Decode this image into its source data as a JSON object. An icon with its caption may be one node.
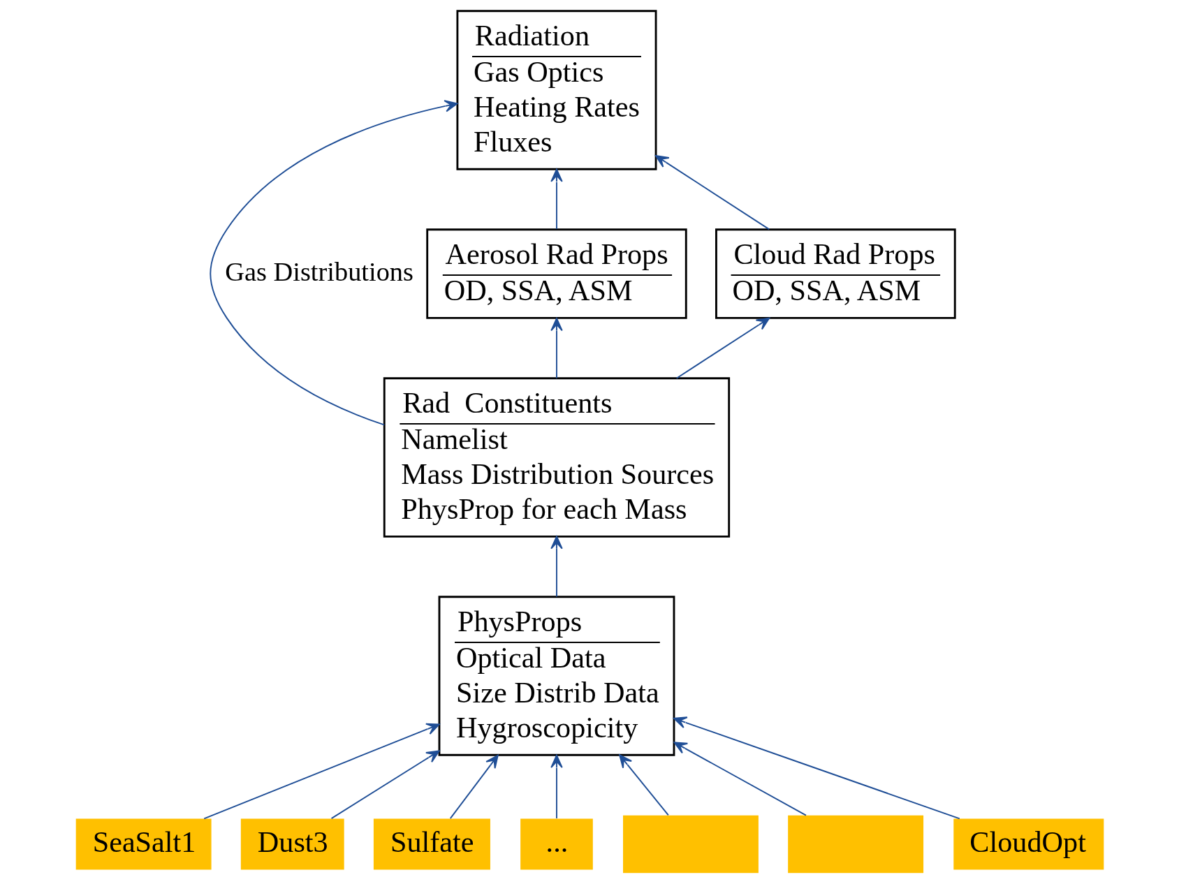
{
  "diagram": {
    "nodes": [
      {
        "text": [
          "Radiation",
          "Gas Optics",
          "Heating Rates",
          "Fluxes"
        ]
      },
      {
        "text": [
          "Aerosol Rad Props",
          "OD, SSA, ASM"
        ]
      },
      {
        "text": [
          "Cloud Rad Props",
          "OD, SSA, ASM"
        ]
      },
      {
        "text": [
          "Rad  Constituents",
          "Namelist",
          "Mass Distribution Sources",
          "PhysProp for each Mass"
        ]
      },
      {
        "text": [
          "PhysProps",
          "Optical Data",
          "Size Distrib Data",
          "Hygroscopicity"
        ]
      },
      {
        "text": [
          "SeaSalt1"
        ]
      },
      {
        "text": [
          "Dust3"
        ]
      },
      {
        "text": [
          "Sulfate"
        ]
      },
      {
        "text": [
          "..."
        ]
      },
      {
        "text": [],
        "shape": "box"
      },
      {
        "text": [],
        "shape": "box"
      },
      {
        "text": [
          "CloudOpt"
        ]
      }
    ],
    "edges": [
      {
        "from": 3,
        "to": 0,
        "arrow": "to",
        "label": "Gas Distributions"
      },
      {
        "from": 1,
        "to": 0,
        "arrow": "to"
      },
      {
        "from": 2,
        "to": 0,
        "arrow": "to"
      },
      {
        "from": 3,
        "to": 1,
        "arrow": "to"
      },
      {
        "from": 3,
        "to": 2,
        "arrow": "to"
      },
      {
        "from": 4,
        "to": 3,
        "arrow": "to"
      },
      {
        "from": 5,
        "to": 4,
        "arrow": "to"
      },
      {
        "from": 6,
        "to": 4,
        "arrow": "to"
      },
      {
        "from": 7,
        "to": 4,
        "arrow": "to"
      },
      {
        "from": 8,
        "to": 4,
        "arrow": "to"
      },
      {
        "from": 9,
        "to": 4,
        "arrow": "to"
      },
      {
        "from": 10,
        "to": 4,
        "arrow": "to"
      },
      {
        "from": 11,
        "to": 4,
        "arrow": "to"
      }
    ]
  }
}
